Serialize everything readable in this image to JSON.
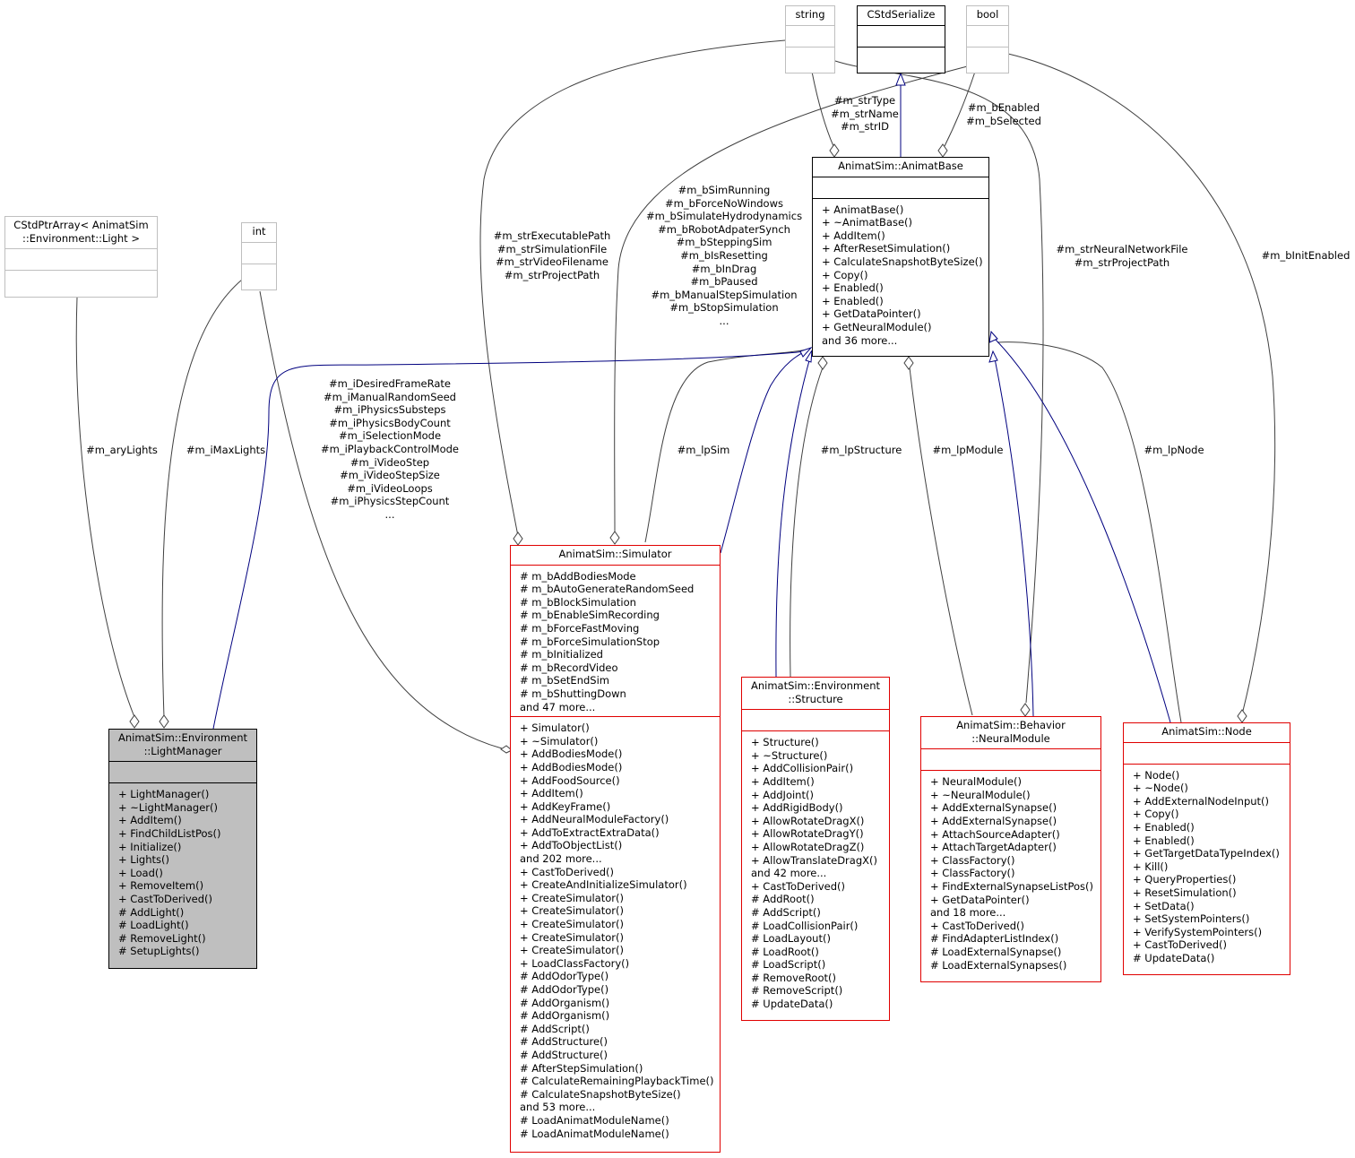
{
  "classes": {
    "string": {
      "title": [
        "string"
      ]
    },
    "cstdserialize": {
      "title": [
        "CStdSerialize"
      ]
    },
    "bool": {
      "title": [
        "bool"
      ]
    },
    "cstdptrarray": {
      "title": [
        "CStdPtrArray< AnimatSim",
        "::Environment::Light >"
      ]
    },
    "int": {
      "title": [
        "int"
      ]
    },
    "animatbase": {
      "title": [
        "AnimatSim::AnimatBase"
      ],
      "methods": [
        "+ AnimatBase()",
        "+ ~AnimatBase()",
        "+ AddItem()",
        "+ AfterResetSimulation()",
        "+ CalculateSnapshotByteSize()",
        "+ Copy()",
        "+ Enabled()",
        "+ Enabled()",
        "+ GetDataPointer()",
        "+ GetNeuralModule()",
        "and 36 more..."
      ]
    },
    "lightmanager": {
      "title": [
        "AnimatSim::Environment",
        "::LightManager"
      ],
      "methods": [
        "+ LightManager()",
        "+ ~LightManager()",
        "+ AddItem()",
        "+ FindChildListPos()",
        "+ Initialize()",
        "+ Lights()",
        "+ Load()",
        "+ RemoveItem()",
        "+ CastToDerived()",
        "# AddLight()",
        "# LoadLight()",
        "# RemoveLight()",
        "# SetupLights()"
      ]
    },
    "simulator": {
      "title": [
        "AnimatSim::Simulator"
      ],
      "attributes": [
        "# m_bAddBodiesMode",
        "# m_bAutoGenerateRandomSeed",
        "# m_bBlockSimulation",
        "# m_bEnableSimRecording",
        "# m_bForceFastMoving",
        "# m_bForceSimulationStop",
        "# m_bInitialized",
        "# m_bRecordVideo",
        "# m_bSetEndSim",
        "# m_bShuttingDown",
        "and 47 more..."
      ],
      "methods": [
        "+ Simulator()",
        "+ ~Simulator()",
        "+ AddBodiesMode()",
        "+ AddBodiesMode()",
        "+ AddFoodSource()",
        "+ AddItem()",
        "+ AddKeyFrame()",
        "+ AddNeuralModuleFactory()",
        "+ AddToExtractExtraData()",
        "+ AddToObjectList()",
        "and 202 more...",
        "+ CastToDerived()",
        "+ CreateAndInitializeSimulator()",
        "+ CreateSimulator()",
        "+ CreateSimulator()",
        "+ CreateSimulator()",
        "+ CreateSimulator()",
        "+ CreateSimulator()",
        "+ LoadClassFactory()",
        "# AddOdorType()",
        "# AddOdorType()",
        "# AddOrganism()",
        "# AddOrganism()",
        "# AddScript()",
        "# AddStructure()",
        "# AddStructure()",
        "# AfterStepSimulation()",
        "# CalculateRemainingPlaybackTime()",
        "# CalculateSnapshotByteSize()",
        "and 53 more...",
        "# LoadAnimatModuleName()",
        "# LoadAnimatModuleName()"
      ]
    },
    "structure": {
      "title": [
        "AnimatSim::Environment",
        "::Structure"
      ],
      "methods": [
        "+ Structure()",
        "+ ~Structure()",
        "+ AddCollisionPair()",
        "+ AddItem()",
        "+ AddJoint()",
        "+ AddRigidBody()",
        "+ AllowRotateDragX()",
        "+ AllowRotateDragY()",
        "+ AllowRotateDragZ()",
        "+ AllowTranslateDragX()",
        "and 42 more...",
        "+ CastToDerived()",
        "# AddRoot()",
        "# AddScript()",
        "# LoadCollisionPair()",
        "# LoadLayout()",
        "# LoadRoot()",
        "# LoadScript()",
        "# RemoveRoot()",
        "# RemoveScript()",
        "# UpdateData()"
      ]
    },
    "neuralmodule": {
      "title": [
        "AnimatSim::Behavior",
        "::NeuralModule"
      ],
      "methods": [
        "+ NeuralModule()",
        "+ ~NeuralModule()",
        "+ AddExternalSynapse()",
        "+ AddExternalSynapse()",
        "+ AttachSourceAdapter()",
        "+ AttachTargetAdapter()",
        "+ ClassFactory()",
        "+ ClassFactory()",
        "+ FindExternalSynapseListPos()",
        "+ GetDataPointer()",
        "and 18 more...",
        "+ CastToDerived()",
        "# FindAdapterListIndex()",
        "# LoadExternalSynapse()",
        "# LoadExternalSynapses()"
      ]
    },
    "node": {
      "title": [
        "AnimatSim::Node"
      ],
      "methods": [
        "+ Node()",
        "+ ~Node()",
        "+ AddExternalNodeInput()",
        "+ Copy()",
        "+ Enabled()",
        "+ Enabled()",
        "+ GetTargetDataTypeIndex()",
        "+ Kill()",
        "+ QueryProperties()",
        "+ ResetSimulation()",
        "+ SetData()",
        "+ SetSystemPointers()",
        "+ VerifySystemPointers()",
        "+ CastToDerived()",
        "# UpdateData()"
      ]
    }
  },
  "edge_labels": {
    "str_type": [
      "#m_strType",
      "#m_strName",
      "#m_strID"
    ],
    "b_enabled": [
      "#m_bEnabled",
      "#m_bSelected"
    ],
    "sim_bools": [
      "#m_bSimRunning",
      "#m_bForceNoWindows",
      "#m_bSimulateHydrodynamics",
      "#m_bRobotAdpaterSynch",
      "#m_bSteppingSim",
      "#m_bIsResetting",
      "#m_bInDrag",
      "#m_bPaused",
      "#m_bManualStepSimulation",
      "#m_bStopSimulation",
      "..."
    ],
    "sim_strings": [
      "#m_strExecutablePath",
      "#m_strSimulationFile",
      "#m_strVideoFilename",
      "#m_strProjectPath"
    ],
    "nm_strings": [
      "#m_strNeuralNetworkFile",
      "#m_strProjectPath"
    ],
    "init_enabled": [
      "#m_bInitEnabled"
    ],
    "ary_lights": [
      "#m_aryLights"
    ],
    "max_lights": [
      "#m_iMaxLights"
    ],
    "sim_ints": [
      "#m_iDesiredFrameRate",
      "#m_iManualRandomSeed",
      "#m_iPhysicsSubsteps",
      "#m_iPhysicsBodyCount",
      "#m_iSelectionMode",
      "#m_iPlaybackControlMode",
      "#m_iVideoStep",
      "#m_iVideoStepSize",
      "#m_iVideoLoops",
      "#m_iPhysicsStepCount",
      "..."
    ],
    "lp_sim": [
      "#m_lpSim"
    ],
    "lp_structure": [
      "#m_lpStructure"
    ],
    "lp_module": [
      "#m_lpModule"
    ],
    "lp_node": [
      "#m_lpNode"
    ]
  },
  "colors": {
    "inheritance": "#00007f",
    "usage": "#404040",
    "class_border": "#e00000",
    "focus_fill": "#bfbfbf",
    "external_border": "#bfbfbf"
  }
}
